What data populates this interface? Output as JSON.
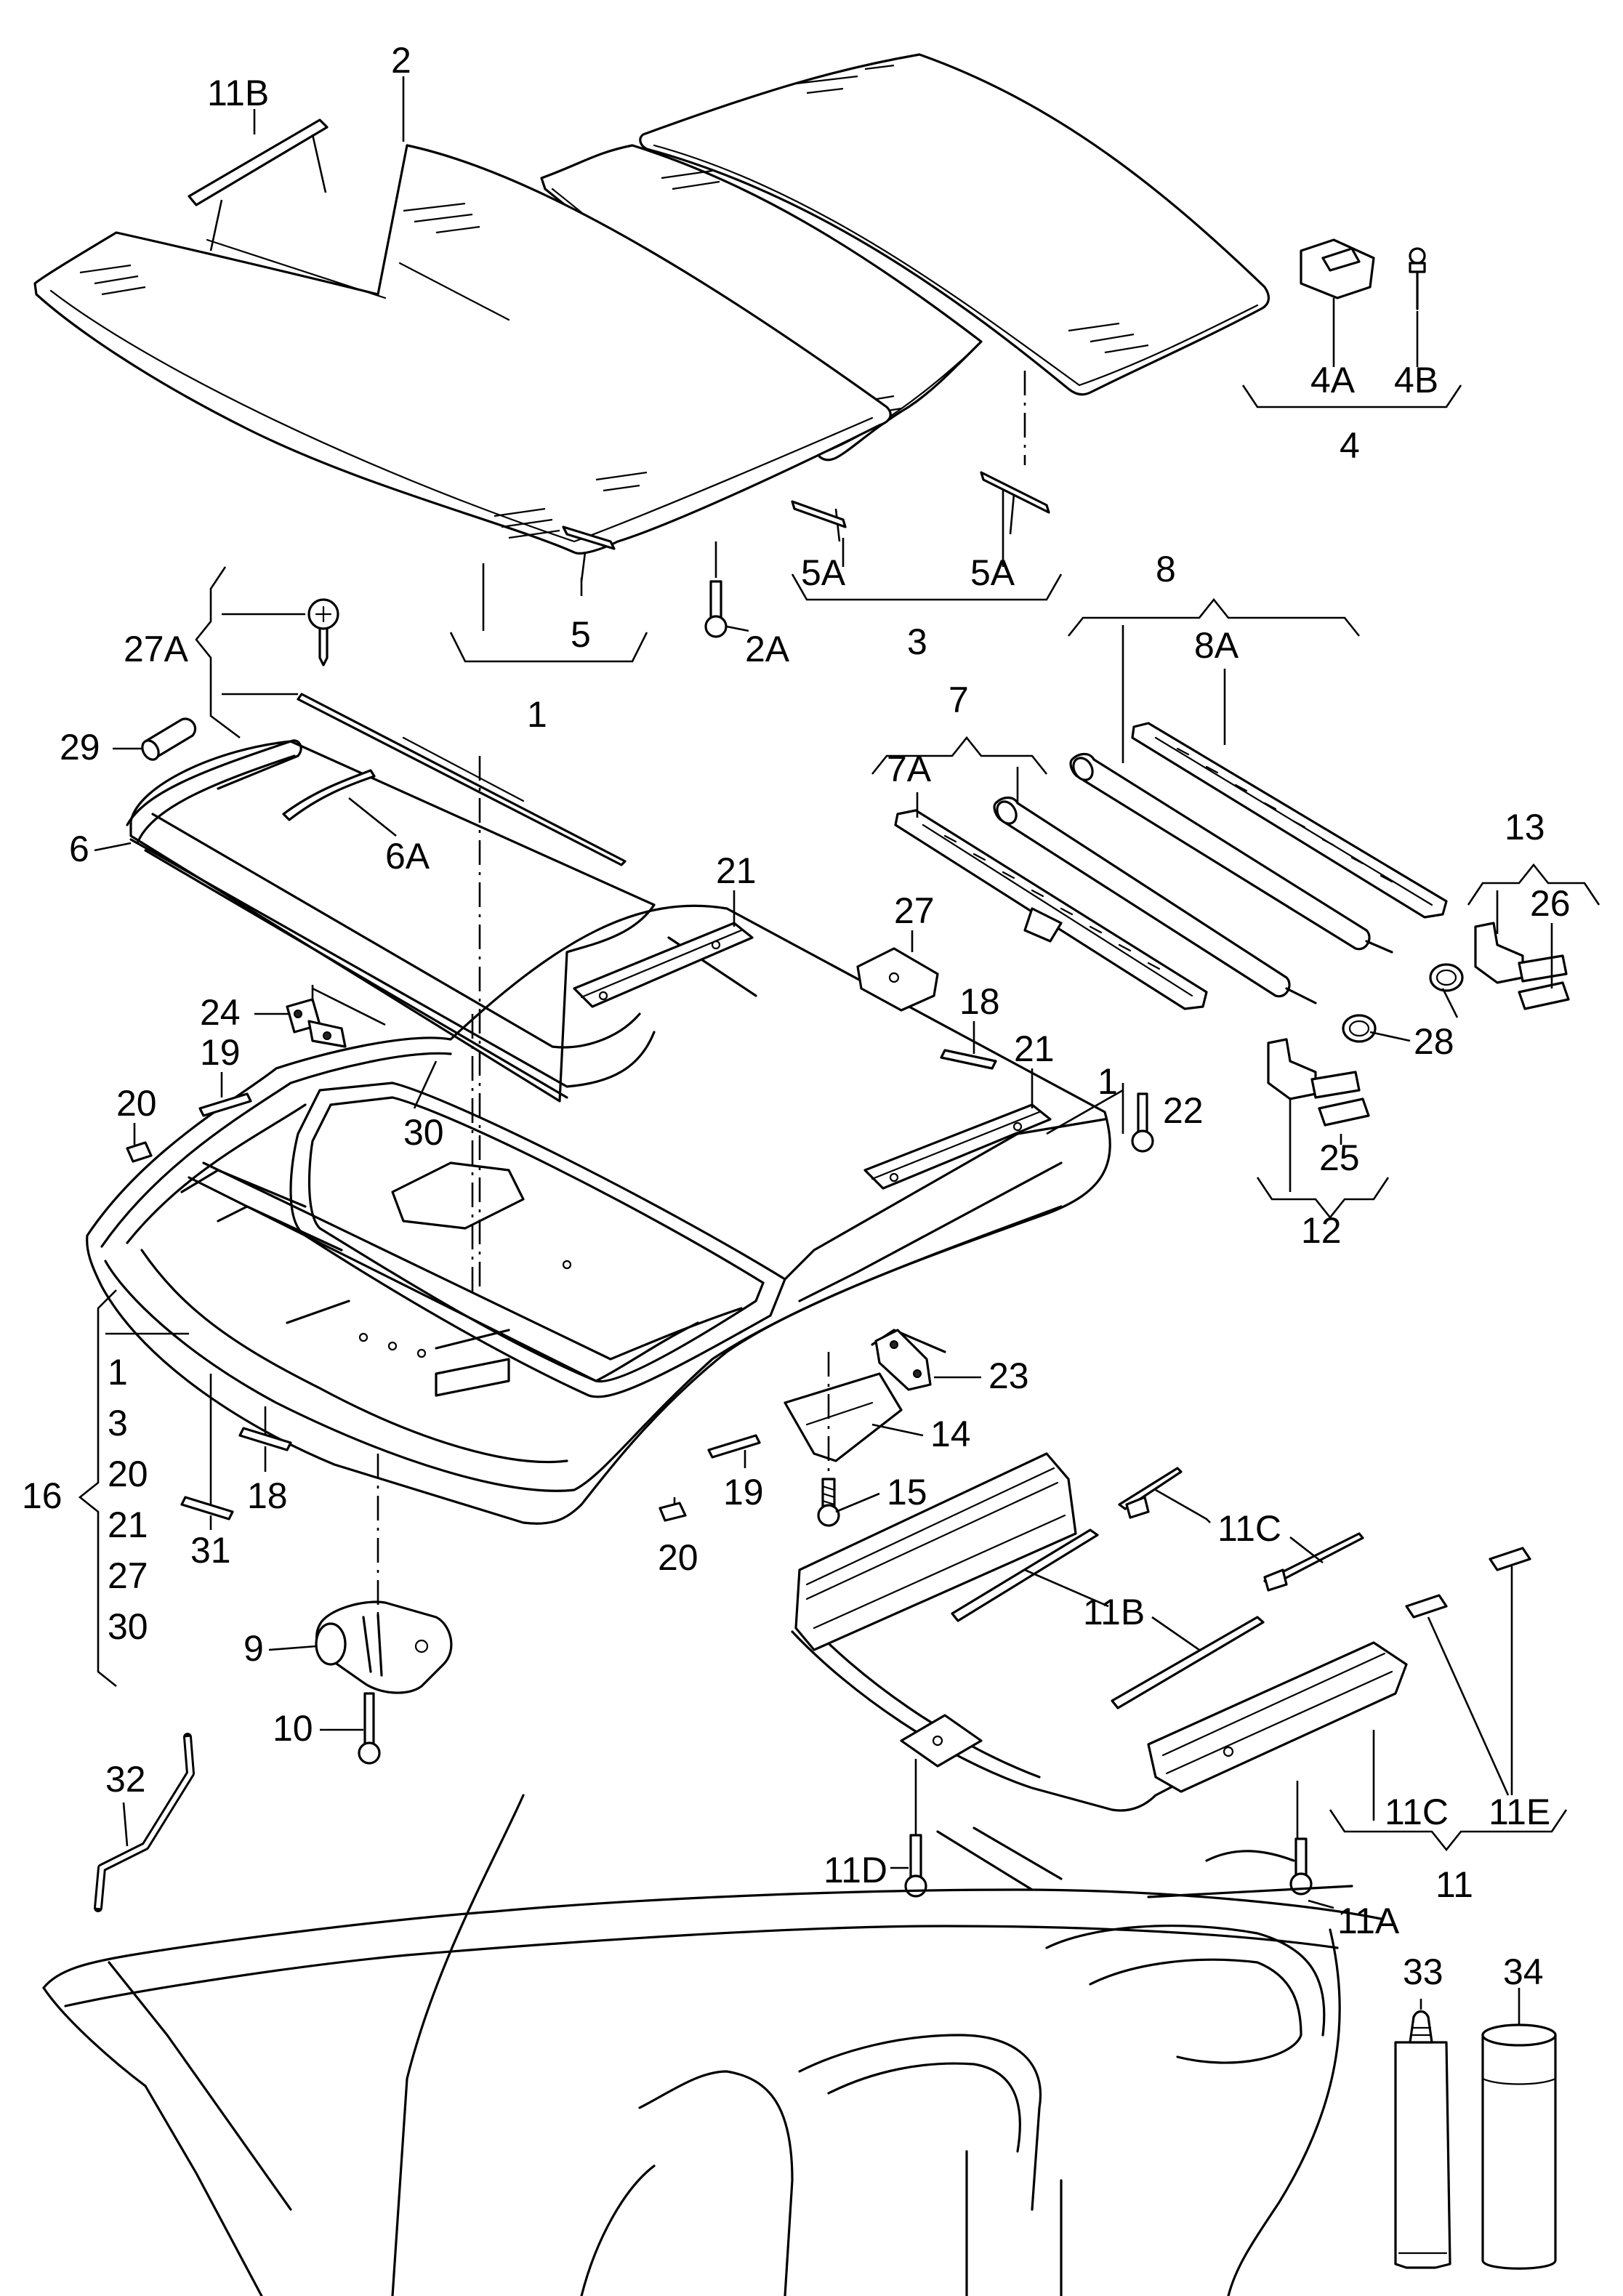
{
  "diagram": {
    "labels": [
      {
        "id": "11b-top",
        "text": "11B"
      },
      {
        "id": "2",
        "text": "2"
      },
      {
        "id": "4a",
        "text": "4A"
      },
      {
        "id": "4b",
        "text": "4B"
      },
      {
        "id": "4",
        "text": "4"
      },
      {
        "id": "5a-left",
        "text": "5A"
      },
      {
        "id": "5a-right",
        "text": "5A"
      },
      {
        "id": "3",
        "text": "3"
      },
      {
        "id": "5",
        "text": "5"
      },
      {
        "id": "2a",
        "text": "2A"
      },
      {
        "id": "1-top",
        "text": "1"
      },
      {
        "id": "27a",
        "text": "27A"
      },
      {
        "id": "29",
        "text": "29"
      },
      {
        "id": "6",
        "text": "6"
      },
      {
        "id": "6a",
        "text": "6A"
      },
      {
        "id": "8",
        "text": "8"
      },
      {
        "id": "8a",
        "text": "8A"
      },
      {
        "id": "7",
        "text": "7"
      },
      {
        "id": "7a",
        "text": "7A"
      },
      {
        "id": "13",
        "text": "13"
      },
      {
        "id": "26",
        "text": "26"
      },
      {
        "id": "28",
        "text": "28"
      },
      {
        "id": "21-top",
        "text": "21"
      },
      {
        "id": "27",
        "text": "27"
      },
      {
        "id": "18-top",
        "text": "18"
      },
      {
        "id": "21-mid",
        "text": "21"
      },
      {
        "id": "24",
        "text": "24"
      },
      {
        "id": "19-left",
        "text": "19"
      },
      {
        "id": "20-left",
        "text": "20"
      },
      {
        "id": "30-mid",
        "text": "30"
      },
      {
        "id": "1-mid",
        "text": "1"
      },
      {
        "id": "22",
        "text": "22"
      },
      {
        "id": "25",
        "text": "25"
      },
      {
        "id": "12",
        "text": "12"
      },
      {
        "id": "23",
        "text": "23"
      },
      {
        "id": "14",
        "text": "14"
      },
      {
        "id": "15",
        "text": "15"
      },
      {
        "id": "19-low",
        "text": "19"
      },
      {
        "id": "20-low",
        "text": "20"
      },
      {
        "id": "18-low",
        "text": "18"
      },
      {
        "id": "31",
        "text": "31"
      },
      {
        "id": "16",
        "text": "16"
      },
      {
        "id": "16-1",
        "text": "1"
      },
      {
        "id": "16-3",
        "text": "3"
      },
      {
        "id": "16-20",
        "text": "20"
      },
      {
        "id": "16-21",
        "text": "21"
      },
      {
        "id": "16-27",
        "text": "27"
      },
      {
        "id": "16-30",
        "text": "30"
      },
      {
        "id": "9",
        "text": "9"
      },
      {
        "id": "10",
        "text": "10"
      },
      {
        "id": "11c-mid",
        "text": "11C"
      },
      {
        "id": "11b-low",
        "text": "11B"
      },
      {
        "id": "32",
        "text": "32"
      },
      {
        "id": "11d",
        "text": "11D"
      },
      {
        "id": "11c-low",
        "text": "11C"
      },
      {
        "id": "11e",
        "text": "11E"
      },
      {
        "id": "11",
        "text": "11"
      },
      {
        "id": "11a",
        "text": "11A"
      },
      {
        "id": "33",
        "text": "33"
      },
      {
        "id": "34",
        "text": "34"
      }
    ]
  }
}
